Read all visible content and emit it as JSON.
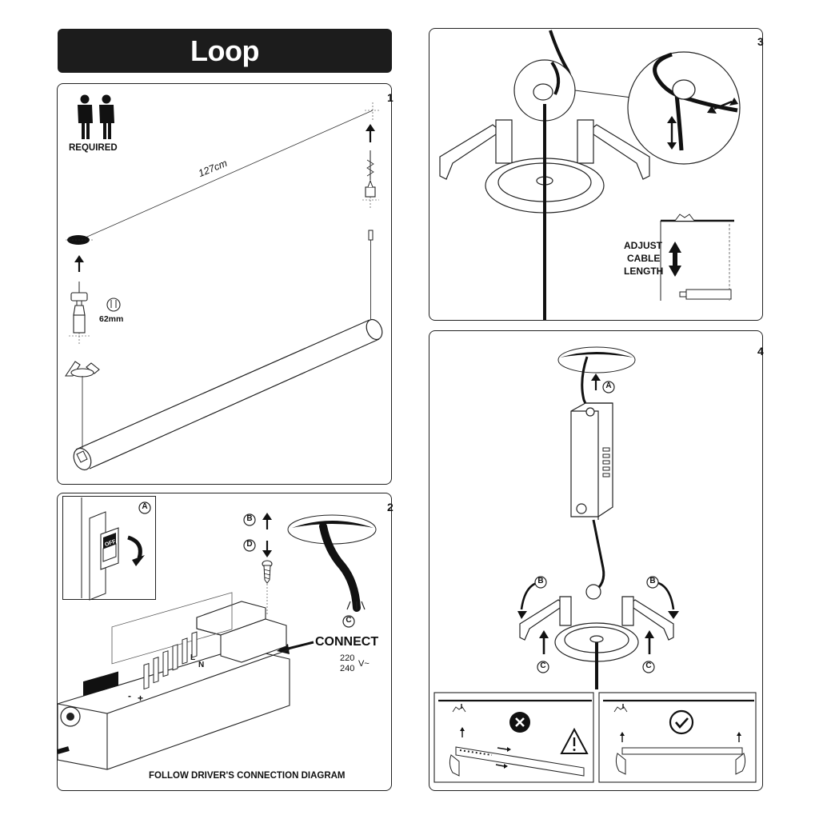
{
  "title": "Loop",
  "step1": {
    "number": "1",
    "people_caption": "REQUIRED",
    "length": "127cm",
    "hole_diameter": "62mm"
  },
  "step2": {
    "number": "2",
    "marker_a": "A",
    "marker_b": "B",
    "marker_c": "C",
    "marker_d": "D",
    "switch_text": "OFF",
    "connect_label": "CONNECT",
    "voltage_low": "220",
    "voltage_high": "240",
    "voltage_unit": "V~",
    "terminal_l": "L",
    "terminal_n": "N",
    "terminal_minus": "-",
    "terminal_plus": "+",
    "footer": "FOLLOW DRIVER'S CONNECTION DIAGRAM"
  },
  "step3": {
    "number": "3",
    "adjust_line1": "ADJUST",
    "adjust_line2": "CABLE",
    "adjust_line3": "LENGTH"
  },
  "step4": {
    "number": "4",
    "marker_a": "A",
    "marker_b": "B",
    "marker_c": "C"
  }
}
